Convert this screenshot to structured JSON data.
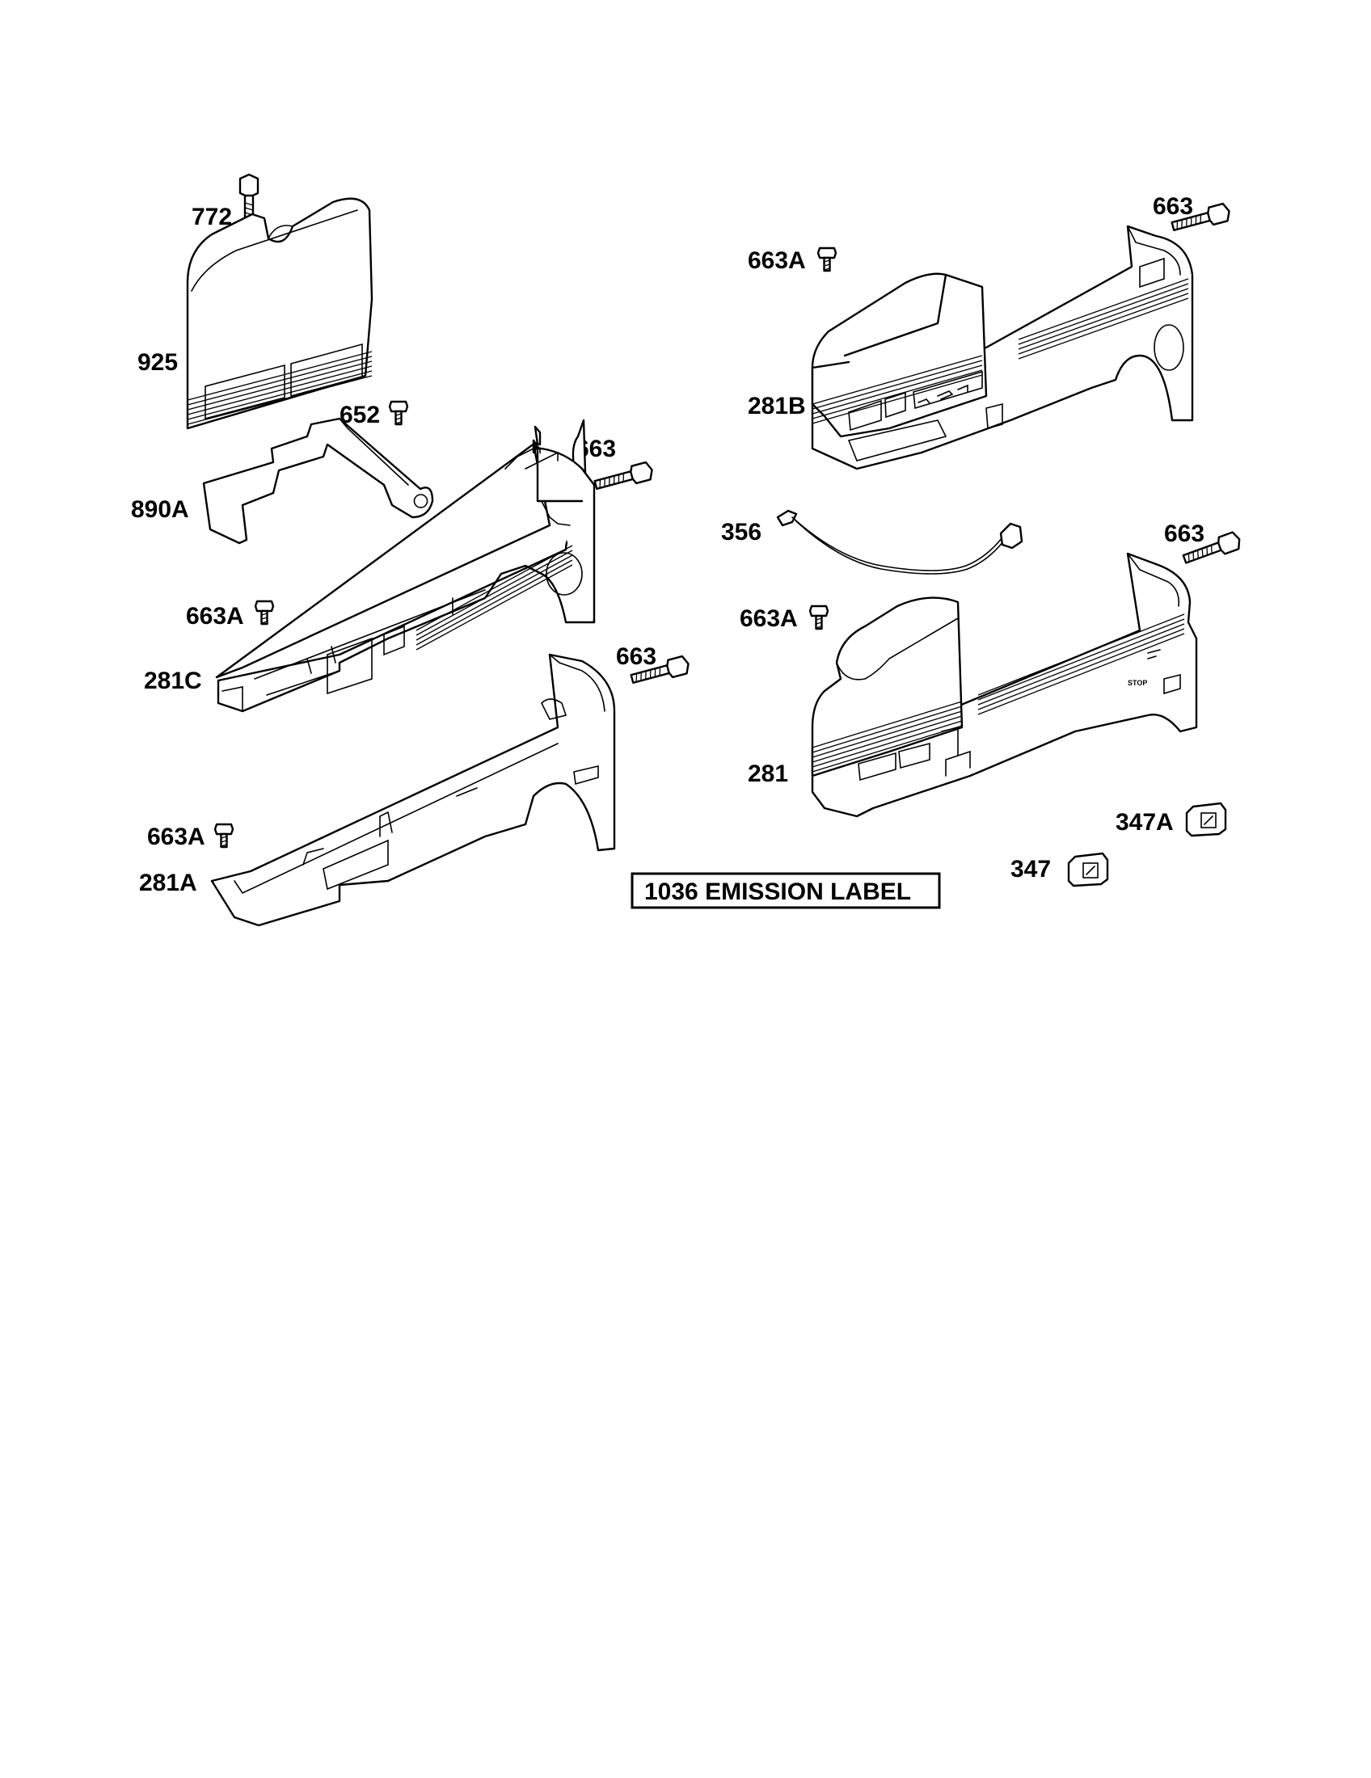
{
  "labels": {
    "p772": "772",
    "p925": "925",
    "p652": "652",
    "p890A": "890A",
    "p663_mid": "663",
    "p663A_mid": "663A",
    "p281C": "281C",
    "p663_low": "663",
    "p663A_low": "663A",
    "p281A": "281A",
    "p663_top_right": "663",
    "p663A_top_right": "663A",
    "p281B": "281B",
    "p356": "356",
    "p663_right": "663",
    "p663A_right": "663A",
    "p281": "281",
    "p347A": "347A",
    "p347": "347"
  },
  "emission_label": "1036 EMISSION LABEL",
  "decal_text": "STOP"
}
